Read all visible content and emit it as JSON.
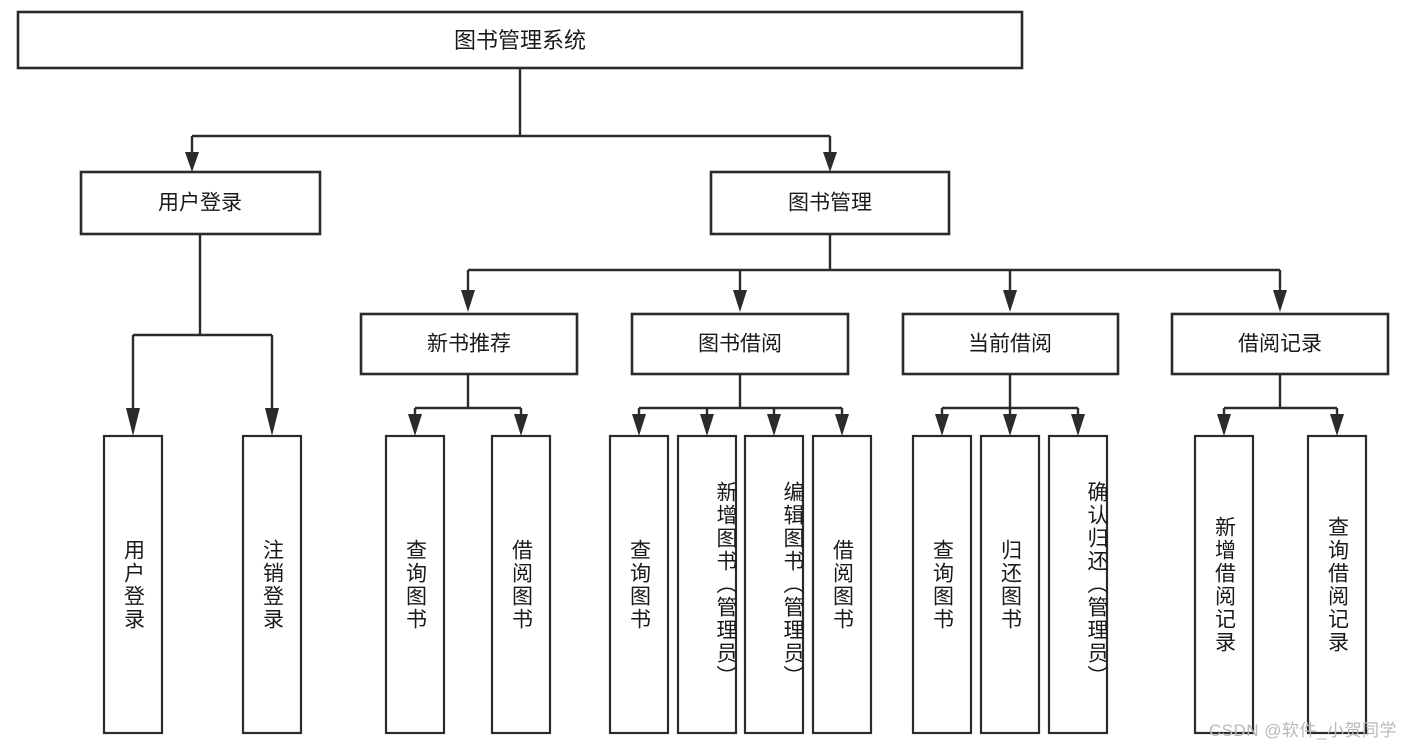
{
  "diagram": {
    "title": "图书管理系统",
    "type": "tree-hierarchy",
    "orientation": "top-down",
    "root": {
      "label": "图书管理系统"
    },
    "level2": [
      {
        "label": "用户登录"
      },
      {
        "label": "图书管理"
      }
    ],
    "level3": [
      {
        "label": "新书推荐"
      },
      {
        "label": "图书借阅"
      },
      {
        "label": "当前借阅"
      },
      {
        "label": "借阅记录"
      }
    ],
    "leaves": {
      "user_login": [
        "用户登录",
        "注销登录"
      ],
      "new_book_recommend": [
        "查询图书",
        "借阅图书"
      ],
      "book_borrow": [
        "查询图书",
        "新增图书（管理员）",
        "编辑图书（管理员）",
        "借阅图书"
      ],
      "current_borrow": [
        "查询图书",
        "归还图书",
        "确认归还（管理员）"
      ],
      "borrow_record": [
        "新增借阅记录",
        "查询借阅记录"
      ]
    }
  },
  "watermark": {
    "text": "CSDN @软件_小贺同学"
  },
  "colors": {
    "stroke": "#2b2b2b",
    "box_fill": "#ffffff",
    "text": "#1a1a1a",
    "watermark": "#b9b9b9",
    "background": "#ffffff"
  }
}
